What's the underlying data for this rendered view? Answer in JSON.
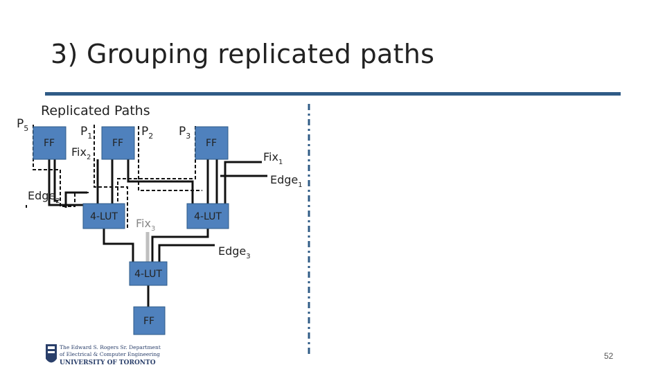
{
  "slide": {
    "title": "3) Grouping replicated paths",
    "page_number": "52",
    "accent_color": "#2f5b86",
    "box_color": "#4f81bd"
  },
  "diagram": {
    "group_label": "Replicated Paths",
    "labels": {
      "p5": "P",
      "p5_sub": "5",
      "p1": "P",
      "p1_sub": "1",
      "p2": "P",
      "p2_sub": "2",
      "p3": "P",
      "p3_sub": "3",
      "fix1": "Fix",
      "fix1_sub": "1",
      "fix2": "Fix",
      "fix2_sub": "2",
      "fix3": "Fix",
      "fix3_sub": "3",
      "edge1": "Edge",
      "edge1_sub": "1",
      "edge2": "Edge",
      "edge2_sub": "2",
      "edge3": "Edge",
      "edge3_sub": "3"
    },
    "boxes": {
      "ff_left": "FF",
      "ff_mid": "FF",
      "ff_right": "FF",
      "lut_left": "4-LUT",
      "lut_right": "4-LUT",
      "lut_bottom": "4-LUT",
      "ff_bottom": "FF"
    }
  },
  "logo": {
    "line1": "The Edward S. Rogers Sr. Department",
    "line2": "of Electrical & Computer Engineering",
    "line3": "UNIVERSITY OF TORONTO"
  }
}
